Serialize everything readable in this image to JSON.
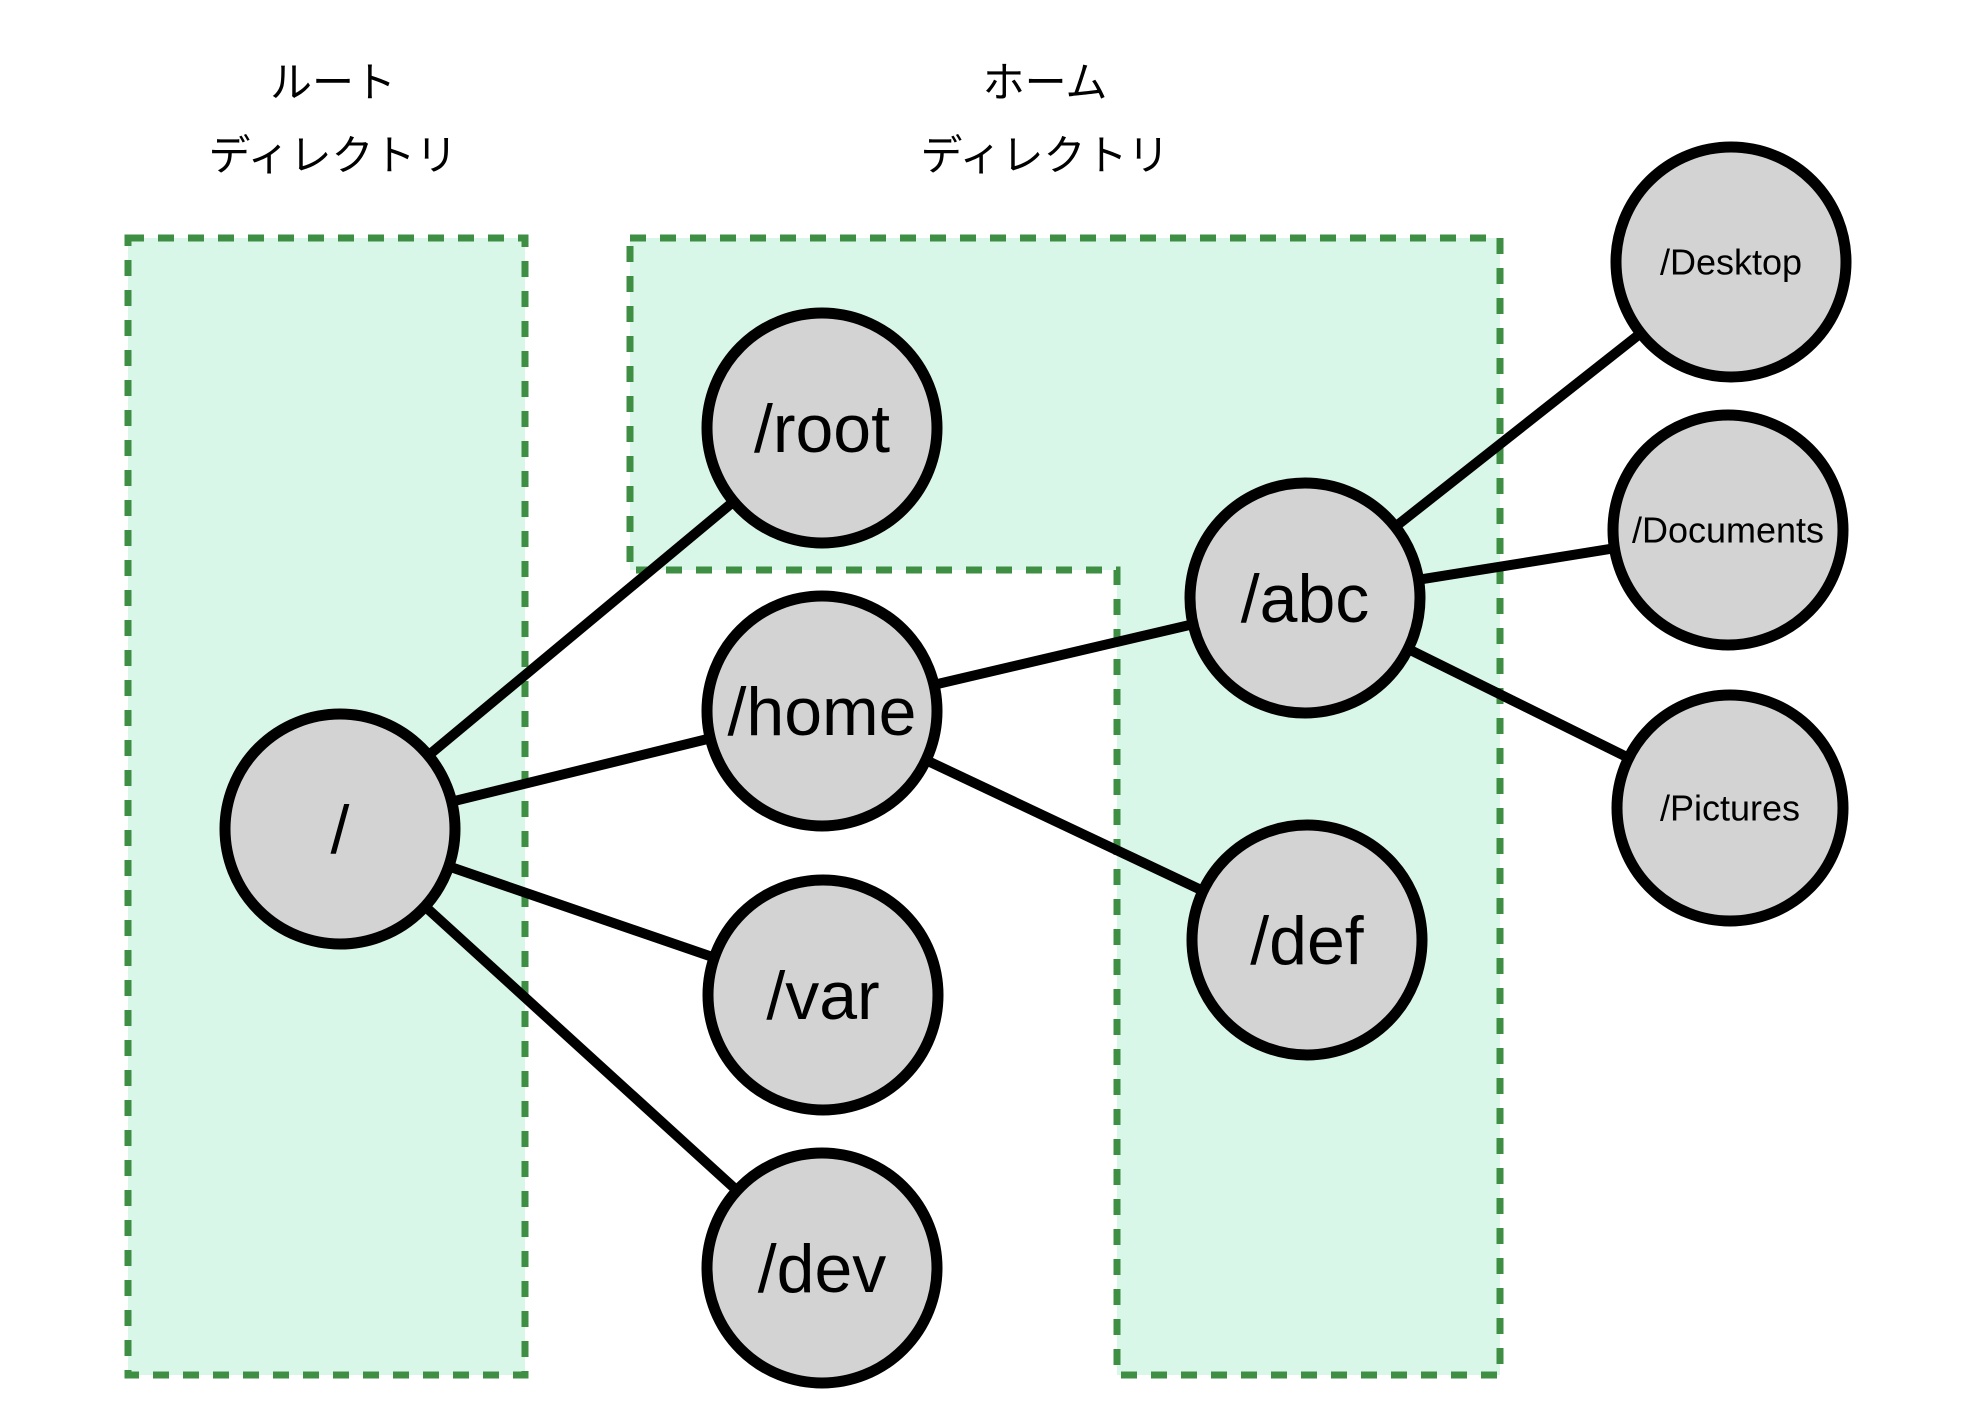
{
  "regions": [
    {
      "id": "root-directory",
      "label_line1": "ルート",
      "label_line2": "ディレクトリ"
    },
    {
      "id": "home-directory",
      "label_line1": "ホーム",
      "label_line2": "ディレクトリ"
    }
  ],
  "nodes": {
    "slash": {
      "label": "/"
    },
    "root": {
      "label": "/root"
    },
    "home": {
      "label": "/home"
    },
    "var": {
      "label": "/var"
    },
    "dev": {
      "label": "/dev"
    },
    "abc": {
      "label": "/abc"
    },
    "def": {
      "label": "/def"
    },
    "desktop": {
      "label": "/Desktop"
    },
    "documents": {
      "label": "/Documents"
    },
    "pictures": {
      "label": "/Pictures"
    }
  },
  "edges": [
    {
      "from": "/",
      "to": "/root"
    },
    {
      "from": "/",
      "to": "/home"
    },
    {
      "from": "/",
      "to": "/var"
    },
    {
      "from": "/",
      "to": "/dev"
    },
    {
      "from": "/home",
      "to": "/abc"
    },
    {
      "from": "/home",
      "to": "/def"
    },
    {
      "from": "/abc",
      "to": "/Desktop"
    },
    {
      "from": "/abc",
      "to": "/Documents"
    },
    {
      "from": "/abc",
      "to": "/Pictures"
    }
  ],
  "colors": {
    "region_fill": "#d9f7e8",
    "region_border": "#3e8e44",
    "node_fill": "#d3d3d3",
    "node_border": "#000000",
    "edge": "#000000",
    "background": "#ffffff",
    "text": "#000000"
  }
}
